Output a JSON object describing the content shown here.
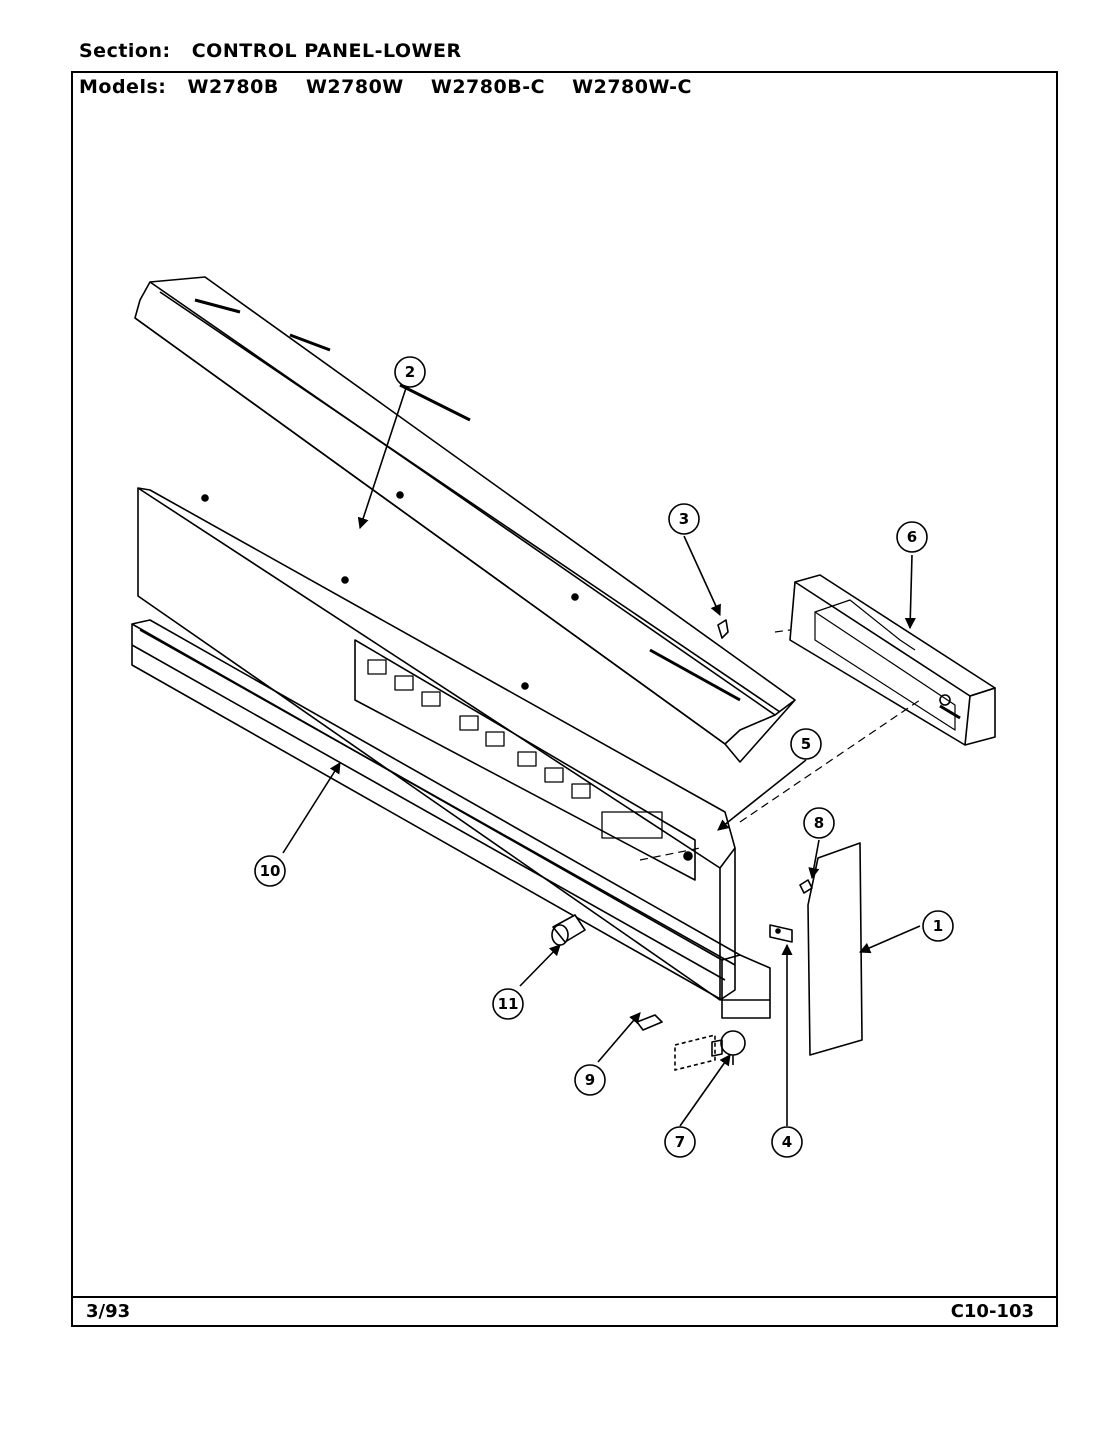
{
  "header": {
    "section_label": "Section:",
    "section_value": "CONTROL PANEL-LOWER",
    "models_label": "Models:",
    "models": [
      "W2780B",
      "W2780W",
      "W2780B-C",
      "W2780W-C"
    ]
  },
  "footer": {
    "date": "3/93",
    "code": "C10-103"
  },
  "callouts": [
    "1",
    "2",
    "3",
    "4",
    "5",
    "6",
    "7",
    "8",
    "9",
    "10",
    "11"
  ]
}
